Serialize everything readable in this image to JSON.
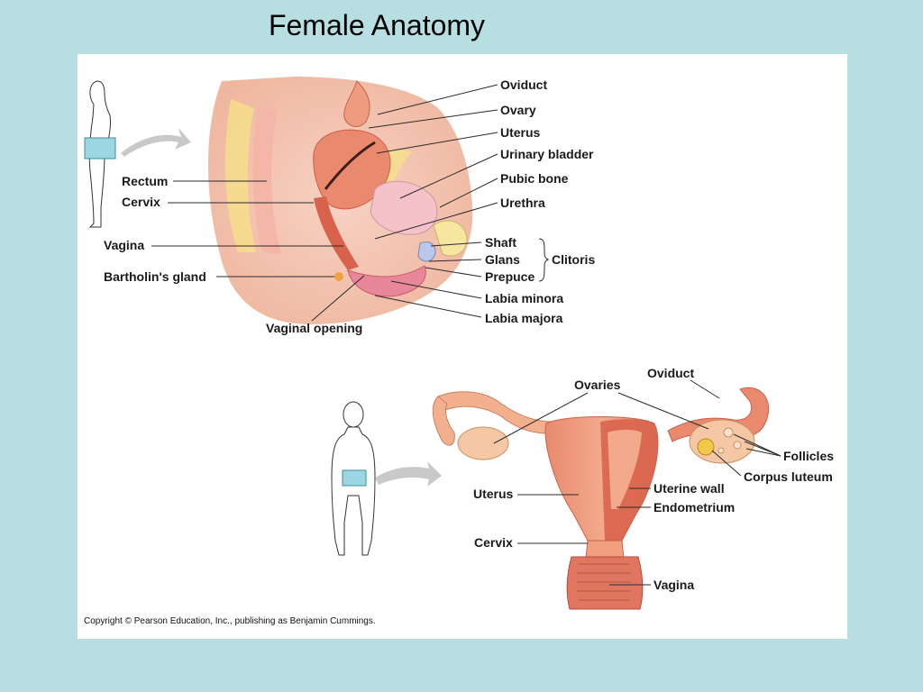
{
  "slide": {
    "title": "Female Anatomy",
    "background_color": "#b7dfe2"
  },
  "figure": {
    "sagittal_view": {
      "labels": {
        "oviduct": "Oviduct",
        "ovary": "Ovary",
        "uterus": "Uterus",
        "urinary_bladder": "Urinary bladder",
        "pubic_bone": "Pubic bone",
        "urethra": "Urethra",
        "shaft": "Shaft",
        "glans": "Glans",
        "prepuce": "Prepuce",
        "clitoris": "Clitoris",
        "labia_minora": "Labia minora",
        "labia_majora": "Labia majora",
        "rectum": "Rectum",
        "cervix": "Cervix",
        "vagina": "Vagina",
        "bartholins_gland": "Bartholin's gland",
        "vaginal_opening": "Vaginal opening"
      }
    },
    "frontal_view": {
      "labels": {
        "ovaries": "Ovaries",
        "oviduct": "Oviduct",
        "follicles": "Follicles",
        "corpus_luteum": "Corpus luteum",
        "uterine_wall": "Uterine wall",
        "endometrium": "Endometrium",
        "uterus": "Uterus",
        "cervix": "Cervix",
        "vagina": "Vagina"
      }
    },
    "copyright": "Copyright © Pearson Education, Inc., publishing as Benjamin Cummings."
  }
}
